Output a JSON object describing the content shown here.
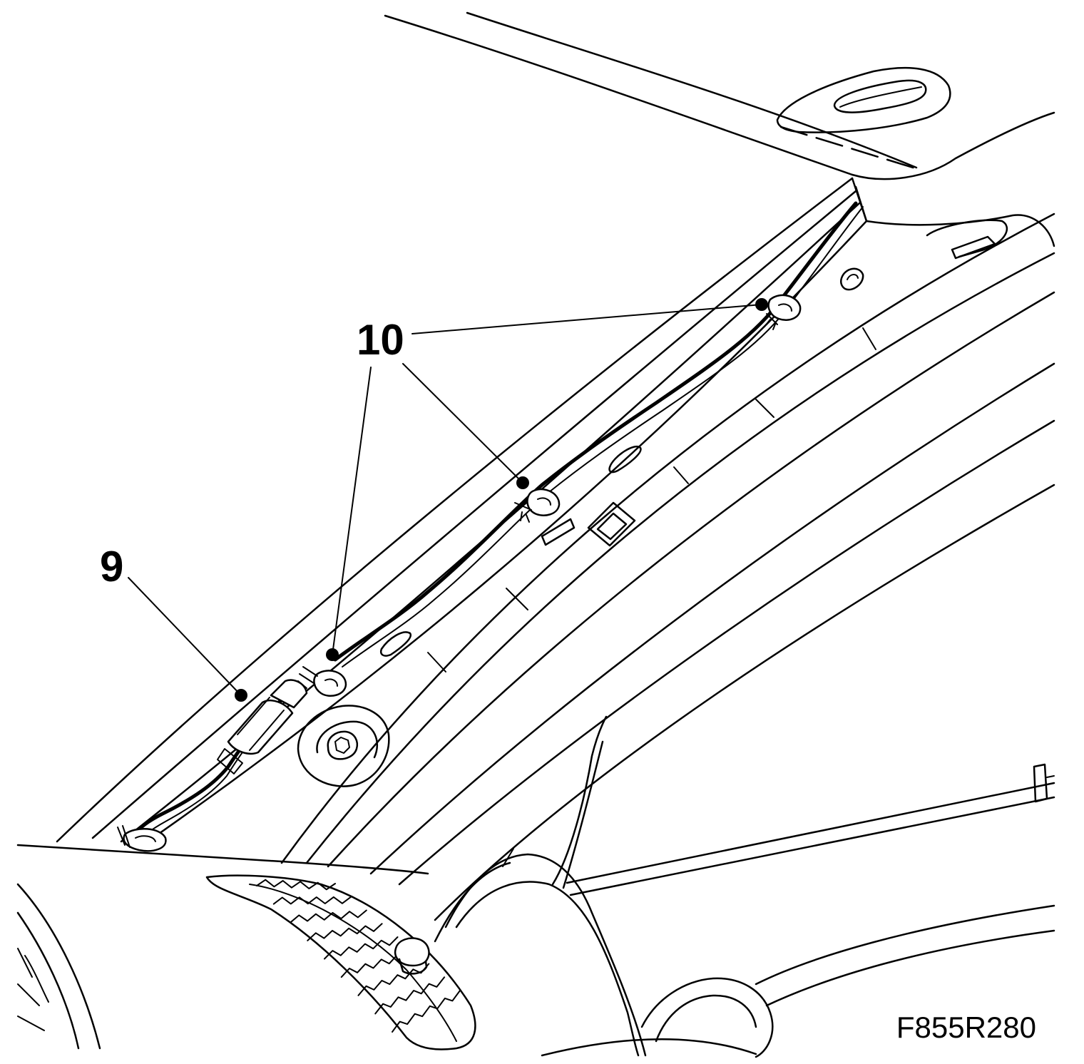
{
  "callouts": [
    {
      "id": "callout-9",
      "text": "9"
    },
    {
      "id": "callout-10",
      "text": "10"
    }
  ],
  "figure_code": "F855R280",
  "colors": {
    "ink": "#000000",
    "paper": "#ffffff"
  }
}
